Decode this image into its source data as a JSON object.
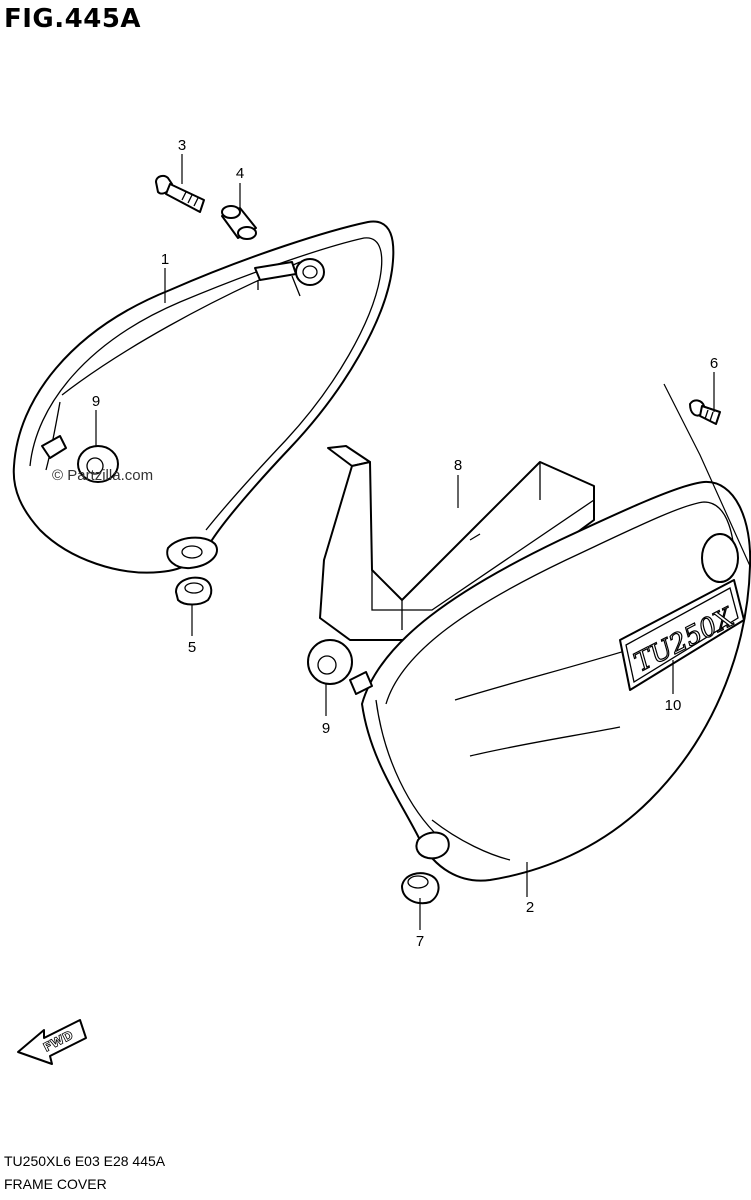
{
  "figure": {
    "title": "FIG.445A"
  },
  "footer": {
    "code": "TU250XL6  E03  E28  445A",
    "name": "FRAME COVER"
  },
  "watermark": "© Partzilla.com",
  "emblem_text": "TU250X",
  "fwd_label": "FWD",
  "callouts": [
    {
      "id": "callout-1",
      "label": "1"
    },
    {
      "id": "callout-2",
      "label": "2"
    },
    {
      "id": "callout-3",
      "label": "3"
    },
    {
      "id": "callout-4",
      "label": "4"
    },
    {
      "id": "callout-5",
      "label": "5"
    },
    {
      "id": "callout-6",
      "label": "6"
    },
    {
      "id": "callout-7",
      "label": "7"
    },
    {
      "id": "callout-8",
      "label": "8"
    },
    {
      "id": "callout-9a",
      "label": "9"
    },
    {
      "id": "callout-9b",
      "label": "9"
    },
    {
      "id": "callout-10",
      "label": "10"
    }
  ]
}
